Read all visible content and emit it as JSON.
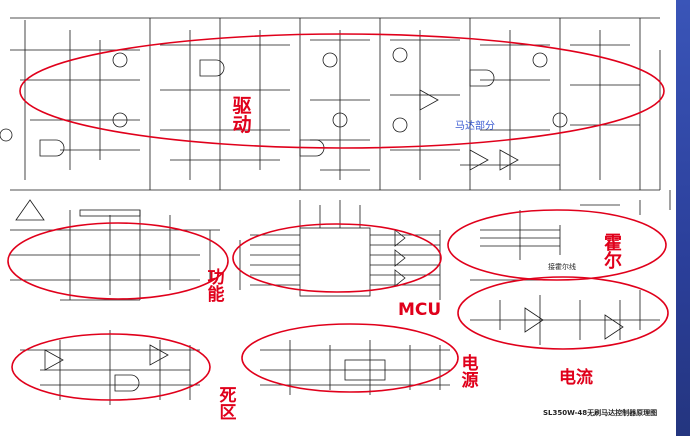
{
  "labels": {
    "drive": "驱动",
    "motor_part": "马达部分",
    "function": "功能",
    "mcu": "MCU",
    "hall": "霍尔",
    "hall_line": "接霍尔线",
    "power": "电源",
    "current": "电流",
    "deadzone": "死区",
    "diagram_title": "SL350W-48无刷马达控制器原理图"
  },
  "colors": {
    "annotation": "#e0001b",
    "wire": "#1a1a1a",
    "paper": "#ffffff",
    "frame": "#2b3f9a"
  }
}
